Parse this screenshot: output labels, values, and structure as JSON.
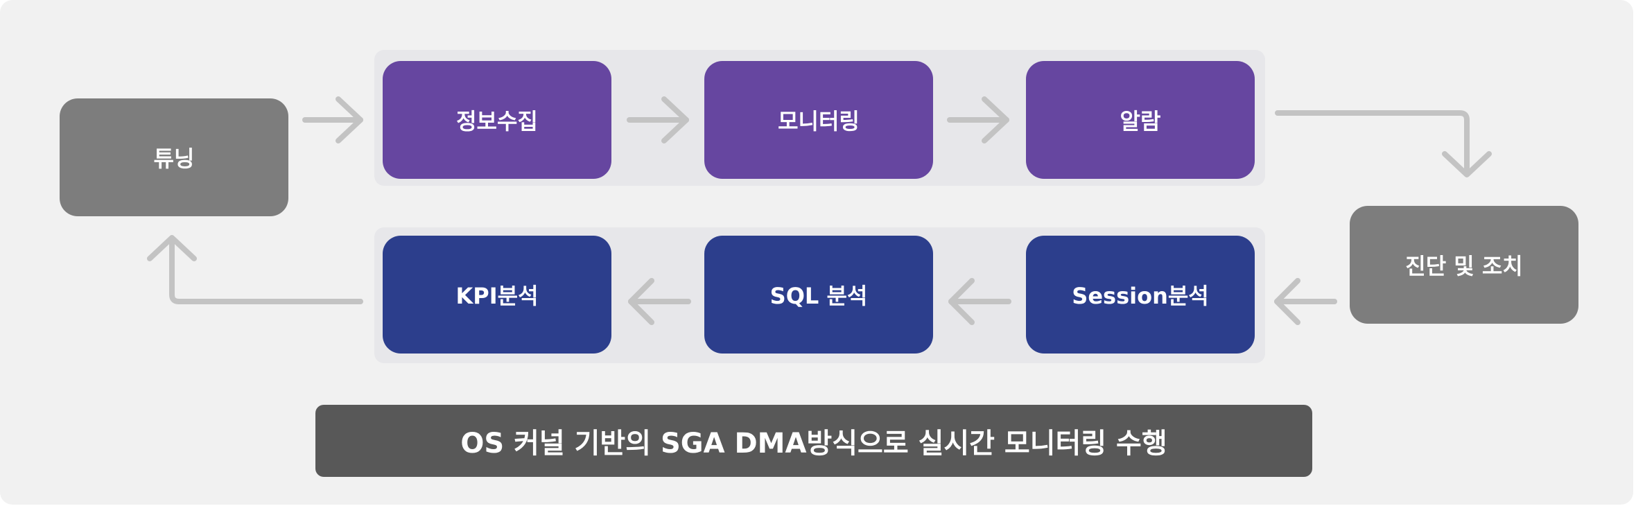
{
  "diagram": {
    "tuning": "튜닝",
    "top_row": [
      "정보수집",
      "모니터링",
      "알람"
    ],
    "diagnosis": "진단 및 조치",
    "bottom_row": [
      "Session분석",
      "SQL 분석",
      "KPI분석"
    ],
    "banner": "OS 커널 기반의 SGA DMA방식으로 실시간 모니터링 수행"
  },
  "colors": {
    "purple": "#6646a0",
    "navy": "#2c3e8c",
    "gray": "#7d7d7d",
    "banner": "#585858",
    "arrow": "#c3c3c3"
  }
}
